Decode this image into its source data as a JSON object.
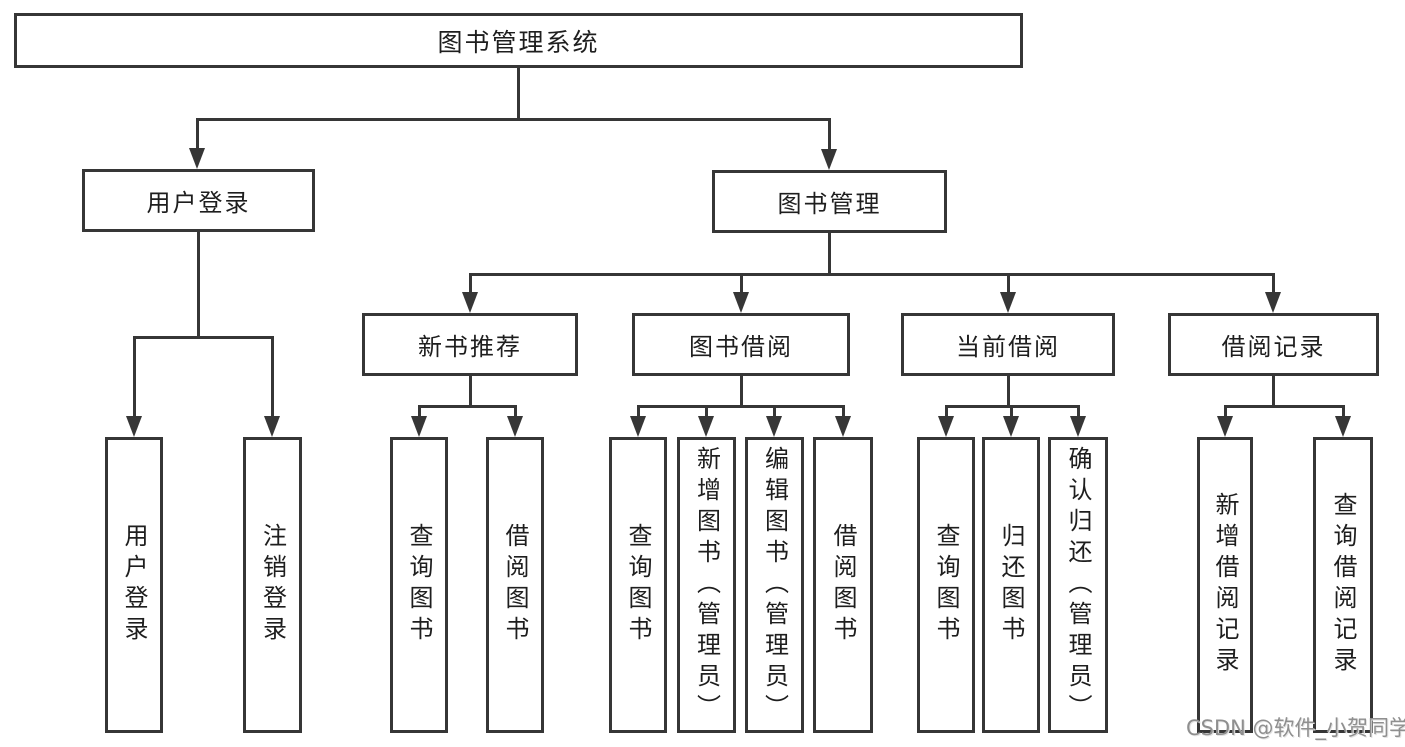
{
  "diagram": {
    "type": "hierarchy-tree",
    "nodes": {
      "root": {
        "label": "图书管理系统"
      },
      "user_login": {
        "label": "用户登录"
      },
      "book_mgmt": {
        "label": "图书管理"
      },
      "new_books": {
        "label": "新书推荐"
      },
      "book_borrow": {
        "label": "图书借阅"
      },
      "current_borrow": {
        "label": "当前借阅"
      },
      "borrow_records": {
        "label": "借阅记录"
      },
      "leaf_user_login": {
        "label": "用户登录"
      },
      "leaf_logout": {
        "label": "注销登录"
      },
      "leaf_nb_query": {
        "label": "查询图书"
      },
      "leaf_nb_borrow": {
        "label": "借阅图书"
      },
      "leaf_bb_query": {
        "label": "查询图书"
      },
      "leaf_bb_add": {
        "label": "新增图书（管理员）"
      },
      "leaf_bb_edit": {
        "label": "编辑图书（管理员）"
      },
      "leaf_bb_borrow": {
        "label": "借阅图书"
      },
      "leaf_cb_query": {
        "label": "查询图书"
      },
      "leaf_cb_return": {
        "label": "归还图书"
      },
      "leaf_cb_confirm": {
        "label": "确认归还（管理员）"
      },
      "leaf_br_add": {
        "label": "新增借阅记录"
      },
      "leaf_br_query": {
        "label": "查询借阅记录"
      }
    },
    "edges": [
      {
        "from": "图书管理系统",
        "to": "用户登录"
      },
      {
        "from": "图书管理系统",
        "to": "图书管理"
      },
      {
        "from": "用户登录",
        "to": "用户登录"
      },
      {
        "from": "用户登录",
        "to": "注销登录"
      },
      {
        "from": "图书管理",
        "to": "新书推荐"
      },
      {
        "from": "图书管理",
        "to": "图书借阅"
      },
      {
        "from": "图书管理",
        "to": "当前借阅"
      },
      {
        "from": "图书管理",
        "to": "借阅记录"
      },
      {
        "from": "新书推荐",
        "to": "查询图书"
      },
      {
        "from": "新书推荐",
        "to": "借阅图书"
      },
      {
        "from": "图书借阅",
        "to": "查询图书"
      },
      {
        "from": "图书借阅",
        "to": "新增图书（管理员）"
      },
      {
        "from": "图书借阅",
        "to": "编辑图书（管理员）"
      },
      {
        "from": "图书借阅",
        "to": "借阅图书"
      },
      {
        "from": "当前借阅",
        "to": "查询图书"
      },
      {
        "from": "当前借阅",
        "to": "归还图书"
      },
      {
        "from": "当前借阅",
        "to": "确认归还（管理员）"
      },
      {
        "from": "借阅记录",
        "to": "新增借阅记录"
      },
      {
        "from": "借阅记录",
        "to": "查询借阅记录"
      }
    ]
  },
  "watermark": {
    "text": "CSDN @软件_小贺同学"
  },
  "colors": {
    "line": "#363636",
    "text": "#1e1e1e",
    "background": "#ffffff",
    "watermark": "#8f8f8f"
  }
}
